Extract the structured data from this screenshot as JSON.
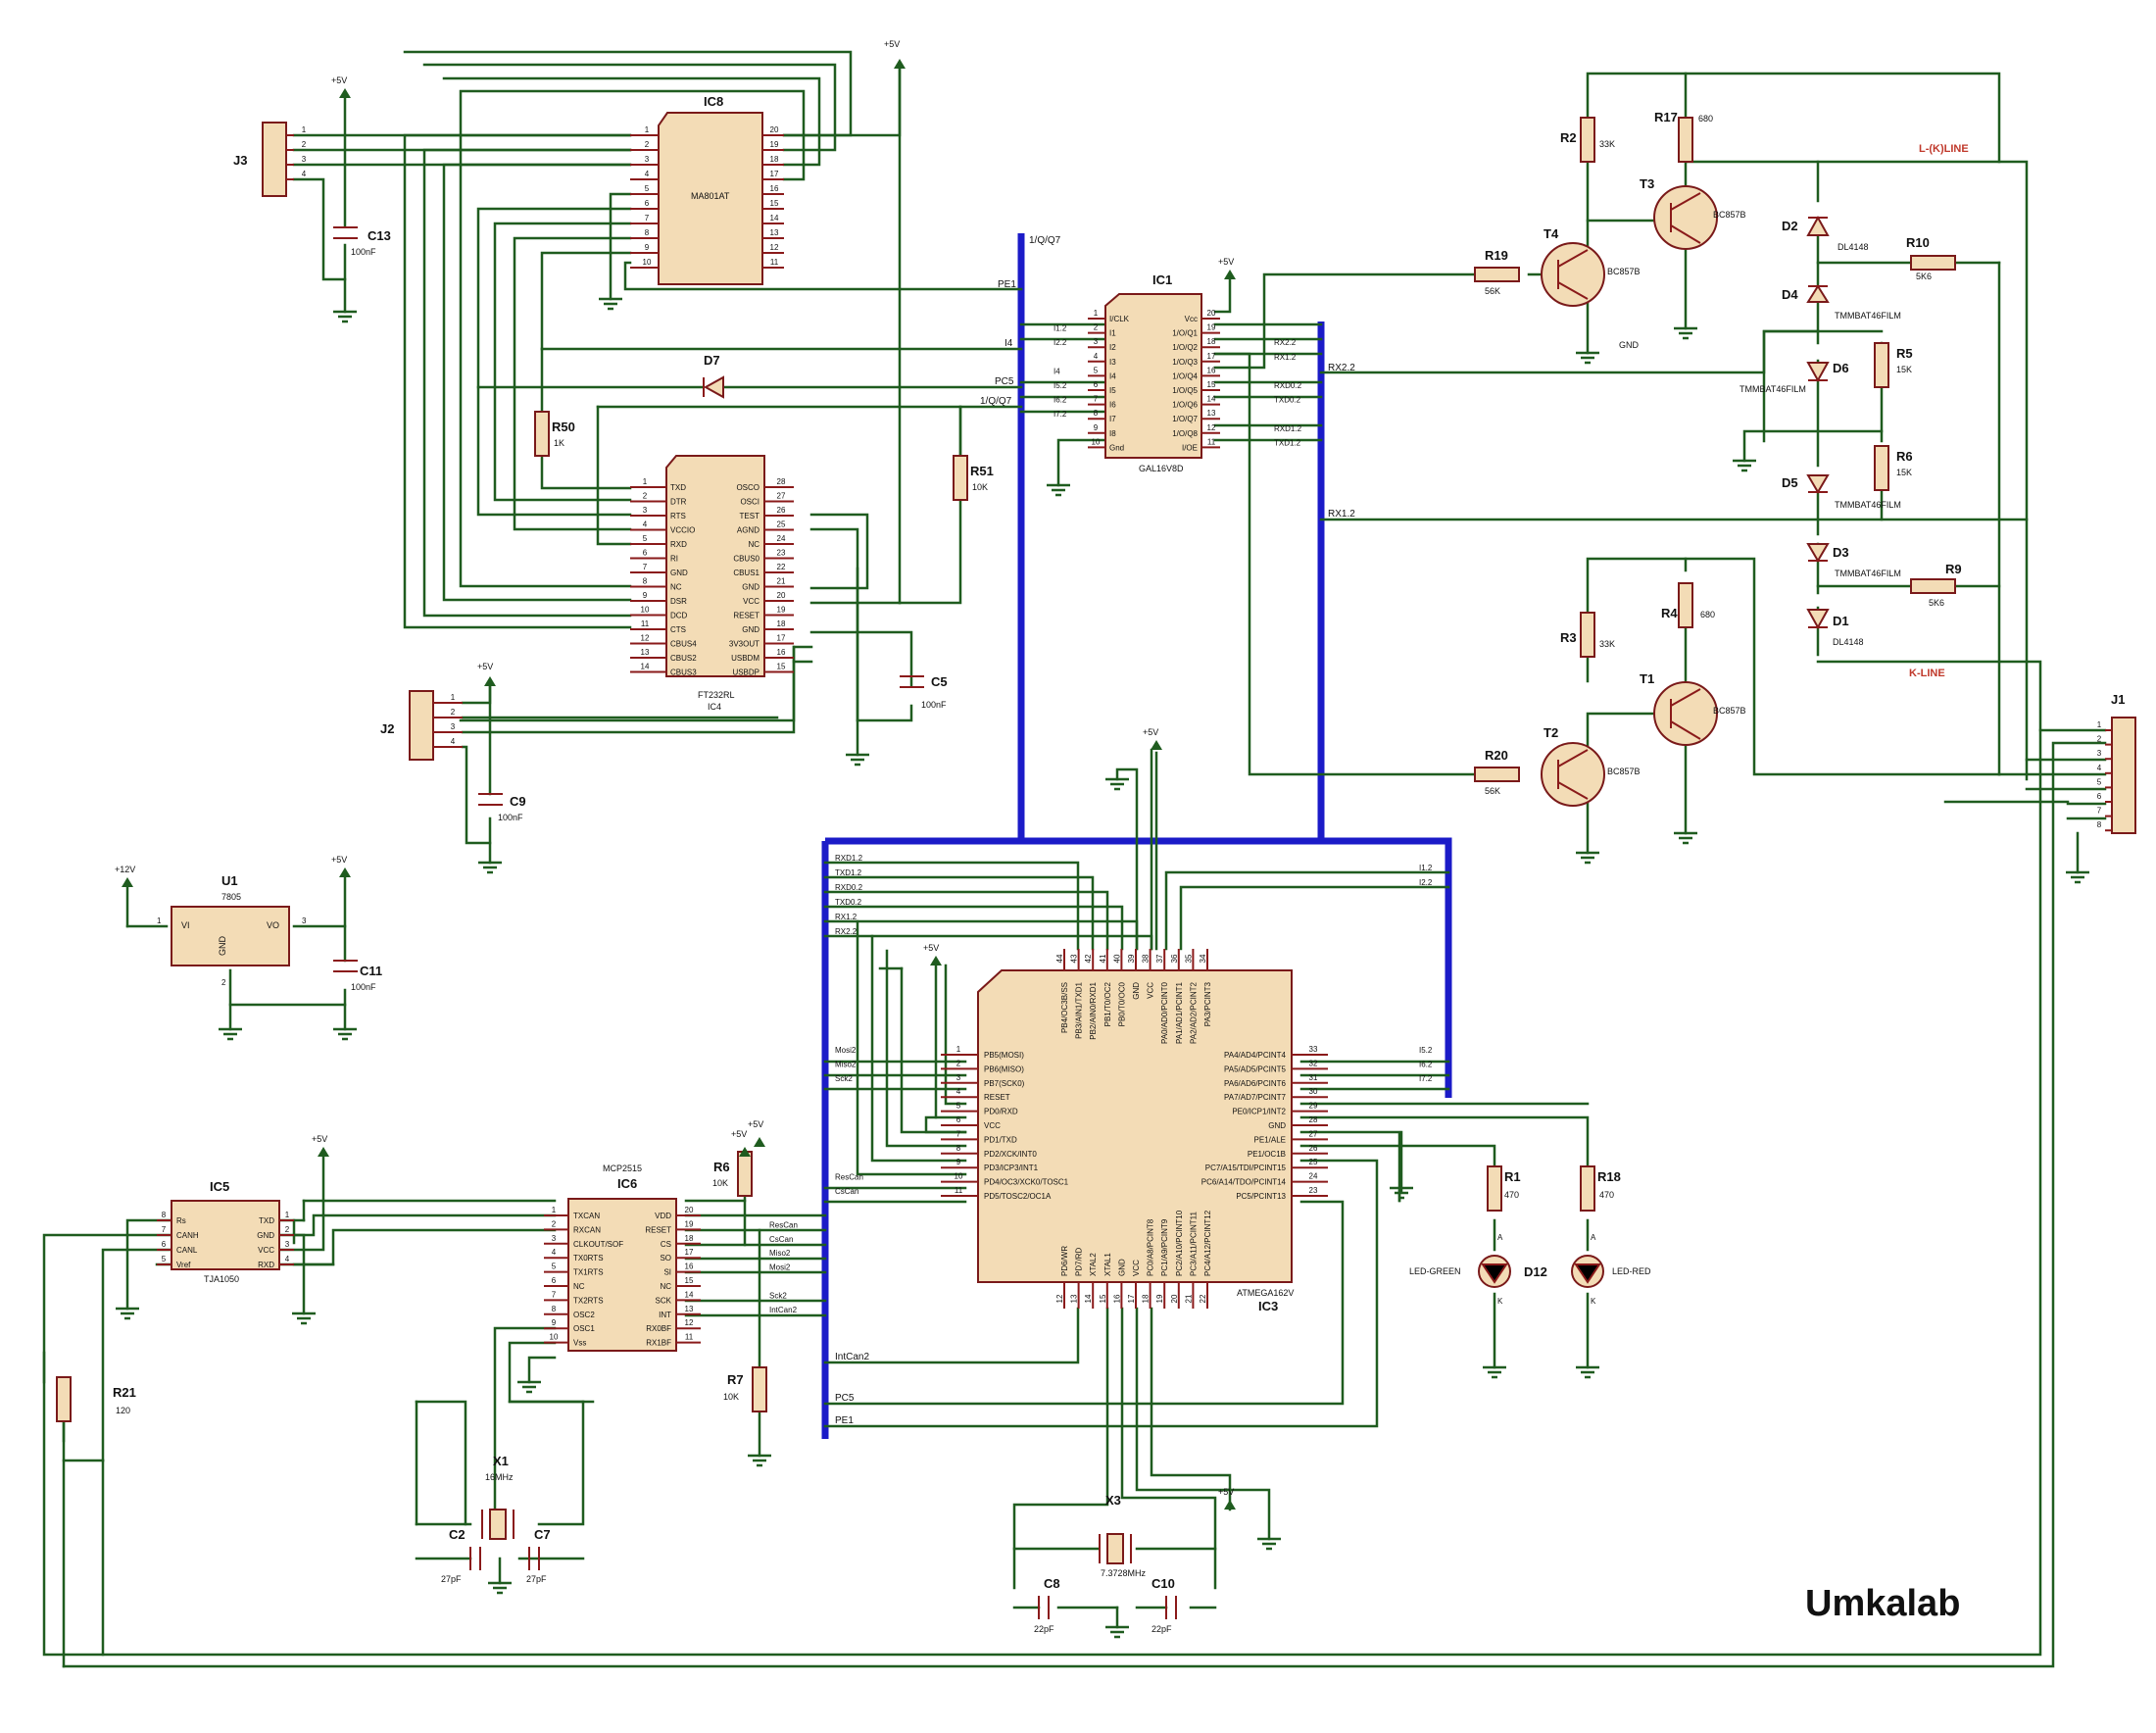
{
  "brand": "Umkalab",
  "power": {
    "vcc": "+5V",
    "v12": "+12V"
  },
  "labels": {
    "ic8": {
      "ref": "IC8",
      "part": "MA801AT",
      "left_pins": [
        "1",
        "2",
        "3",
        "4",
        "5",
        "6",
        "7",
        "8",
        "9",
        "10"
      ],
      "right_pins": [
        "20",
        "19",
        "18",
        "17",
        "16",
        "15",
        "14",
        "13",
        "12",
        "11"
      ]
    },
    "ic4": {
      "ref": "IC4",
      "part": "FT232RL",
      "left_pins": [
        "1",
        "2",
        "3",
        "4",
        "5",
        "6",
        "7",
        "8",
        "9",
        "10",
        "11",
        "12",
        "13",
        "14"
      ],
      "right_pins": [
        "28",
        "27",
        "26",
        "25",
        "24",
        "23",
        "22",
        "21",
        "20",
        "19",
        "18",
        "17",
        "16",
        "15"
      ],
      "left_names": [
        "TXD",
        "DTR",
        "RTS",
        "VCCIO",
        "RXD",
        "RI",
        "GND",
        "NC",
        "DSR",
        "DCD",
        "CTS",
        "CBUS4",
        "CBUS2",
        "CBUS3"
      ],
      "right_names": [
        "OSCO",
        "OSCI",
        "TEST",
        "AGND",
        "NC",
        "CBUS0",
        "CBUS1",
        "GND",
        "VCC",
        "RESET",
        "GND",
        "3V3OUT",
        "USBDM",
        "USBDP"
      ]
    },
    "ic1": {
      "ref": "IC1",
      "part": "GAL16V8D",
      "left_pins": [
        "1",
        "2",
        "3",
        "4",
        "5",
        "6",
        "7",
        "8",
        "9",
        "10"
      ],
      "right_pins": [
        "20",
        "19",
        "18",
        "17",
        "16",
        "15",
        "14",
        "13",
        "12",
        "11"
      ],
      "left_names": [
        "I/CLK",
        "I1",
        "I2",
        "I3",
        "I4",
        "I5",
        "I6",
        "I7",
        "I8",
        "Gnd"
      ],
      "right_names": [
        "Vcc",
        "1/O/Q1",
        "1/O/Q2",
        "1/O/Q3",
        "1/O/Q4",
        "1/O/Q5",
        "1/O/Q6",
        "1/O/Q7",
        "1/O/Q8",
        "I/OE"
      ],
      "left_nets": [
        "",
        "I1.2",
        "I2.2",
        "",
        "I4",
        "I5.2",
        "I6.2",
        "I7.2",
        "",
        ""
      ],
      "right_nets": [
        "",
        "",
        "RX2.2",
        "RX1.2",
        "",
        "RXD0.2",
        "TXD0.2",
        "",
        "RXD1.2",
        "TXD1.2"
      ]
    },
    "ic3": {
      "ref": "IC3",
      "part": "ATMEGA162V",
      "left_pins": [
        "1",
        "2",
        "3",
        "4",
        "5",
        "6",
        "7",
        "8",
        "9",
        "10",
        "11"
      ],
      "left_names": [
        "PB5(MOSI)",
        "PB6(MISO)",
        "PB7(SCK0)",
        "RESET",
        "PD0/RXD",
        "VCC",
        "PD1/TXD",
        "PD2/XCK/INT0",
        "PD3/ICP3/INT1",
        "PD4/OC3/XCK0/TOSC1",
        "PD5/TOSC2/OC1A"
      ],
      "right_pins": [
        "33",
        "32",
        "31",
        "30",
        "29",
        "28",
        "27",
        "26",
        "25",
        "24",
        "23"
      ],
      "right_names": [
        "PA4/AD4/PCINT4",
        "PA5/AD5/PCINT5",
        "PA6/AD6/PCINT6",
        "PA7/AD7/PCINT7",
        "PE0/ICP1/INT2",
        "GND",
        "PE1/ALE",
        "PE1/OC1B",
        "PC7/A15/TDI/PCINT15",
        "PC6/A14/TDO/PCINT14",
        "PC5/PCINT13"
      ],
      "top_pins": [
        "44",
        "43",
        "42",
        "41",
        "40",
        "39",
        "38",
        "37",
        "36",
        "35",
        "34"
      ],
      "top_names": [
        "PB4/OC3B/SS",
        "PB3/AIN1/TXD1",
        "PB2/AIN0/RXD1",
        "PB1/T0/OC2",
        "PB0/T0/OC0",
        "GND",
        "VCC",
        "PA0/AD0/PCINT0",
        "PA1/AD1/PCINT1",
        "PA2/AD2/PCINT2",
        "PA3/PCINT3"
      ],
      "bottom_pins": [
        "12",
        "13",
        "14",
        "15",
        "16",
        "17",
        "18",
        "19",
        "20",
        "21",
        "22"
      ],
      "bottom_names": [
        "PD6/WR",
        "PD7/RD",
        "XTAL2",
        "XTAL1",
        "GND",
        "VCC",
        "PC0/A8/PCINT8",
        "PC1/A9/PCINT9",
        "PC2/A10/PCINT10",
        "PC3/A11/PCINT11",
        "PC4/A12/PCINT12"
      ],
      "left_nets": [
        "Mosi2",
        "Miso2",
        "Sck2",
        "",
        "",
        "",
        "",
        "",
        "",
        "ResCan",
        "CsCan"
      ],
      "right_nets": [
        "I5.2",
        "I6.2",
        "I7.2",
        "",
        "",
        "",
        "",
        "",
        "",
        "",
        ""
      ],
      "top_nets": [
        "RXD1.2",
        "TXD1.2",
        "RXD0.2",
        "TXD0.2",
        "RX1.2",
        "RX2.2"
      ],
      "top_right_nets": [
        "I1.2",
        "I2.2"
      ]
    },
    "ic6": {
      "ref": "IC6",
      "part": "MCP2515",
      "left_pins": [
        "1",
        "2",
        "3",
        "4",
        "5",
        "6",
        "7",
        "8",
        "9",
        "10"
      ],
      "right_pins": [
        "20",
        "19",
        "18",
        "17",
        "16",
        "15",
        "14",
        "13",
        "12",
        "11"
      ],
      "left_names": [
        "TXCAN",
        "RXCAN",
        "CLKOUT/SOF",
        "TX0RTS",
        "TX1RTS",
        "NC",
        "TX2RTS",
        "OSC2",
        "OSC1",
        "Vss"
      ],
      "right_names": [
        "VDD",
        "RESET",
        "CS",
        "SO",
        "SI",
        "NC",
        "SCK",
        "INT",
        "RX0BF",
        "RX1BF"
      ],
      "right_nets": [
        "",
        "ResCan",
        "CsCan",
        "Miso2",
        "Mosi2",
        "",
        "Sck2",
        "IntCan2",
        "",
        ""
      ]
    },
    "ic5": {
      "ref": "IC5",
      "part": "TJA1050",
      "left_pins": [
        "8",
        "7",
        "6",
        "5"
      ],
      "right_pins": [
        "1",
        "2",
        "3",
        "4"
      ],
      "left_names": [
        "Rs",
        "CANH",
        "CANL",
        "Vref"
      ],
      "right_names": [
        "TXD",
        "GND",
        "VCC",
        "RXD"
      ]
    },
    "u1": {
      "ref": "U1",
      "part": "7805",
      "vi": "VI",
      "vo": "VO",
      "gnd": "GND",
      "p1": "1",
      "p2": "2",
      "p3": "3"
    },
    "bus_nets": {
      "q7": "1/Q/Q7",
      "pe1": "PE1",
      "i4": "I4",
      "pc5": "PC5",
      "q7b": "1/Q/Q7",
      "intcan2": "IntCan2",
      "pc5b": "PC5",
      "pe1b": "PE1",
      "rx22": "RX2.2",
      "rx12": "RX1.2"
    },
    "lines": {
      "l": "L-(K)LINE",
      "k": "K-LINE"
    },
    "conn": {
      "j1": "J1",
      "j2": "J2",
      "j3": "J3",
      "j1_pins": [
        "1",
        "2",
        "3",
        "4",
        "5",
        "6",
        "7",
        "8"
      ],
      "j2_pins": [
        "1",
        "2",
        "3",
        "4"
      ],
      "j3_pins": [
        "1",
        "2",
        "3",
        "4"
      ]
    },
    "caps": [
      {
        "ref": "C13",
        "val": "100nF"
      },
      {
        "ref": "C5",
        "val": "100nF"
      },
      {
        "ref": "C9",
        "val": "100nF"
      },
      {
        "ref": "C11",
        "val": "100nF"
      },
      {
        "ref": "C2",
        "val": "27pF"
      },
      {
        "ref": "C7",
        "val": "27pF"
      },
      {
        "ref": "C8",
        "val": "22pF"
      },
      {
        "ref": "C10",
        "val": "22pF"
      }
    ],
    "res": [
      {
        "ref": "R50",
        "val": "1K"
      },
      {
        "ref": "R51",
        "val": "10K"
      },
      {
        "ref": "R2",
        "val": "33K"
      },
      {
        "ref": "R17",
        "val": "680"
      },
      {
        "ref": "R19",
        "val": "56K"
      },
      {
        "ref": "R10",
        "val": "5K6"
      },
      {
        "ref": "R5",
        "val": "15K"
      },
      {
        "ref": "R6",
        "val": "15K"
      },
      {
        "ref": "R9",
        "val": "5K6"
      },
      {
        "ref": "R4",
        "val": "680"
      },
      {
        "ref": "R3",
        "val": "33K"
      },
      {
        "ref": "R20",
        "val": "56K"
      },
      {
        "ref": "R6",
        "val": "10K"
      },
      {
        "ref": "R7",
        "val": "10K"
      },
      {
        "ref": "R21",
        "val": "120"
      },
      {
        "ref": "R1",
        "val": "470"
      },
      {
        "ref": "R18",
        "val": "470"
      }
    ],
    "diodes": [
      {
        "ref": "D7",
        "val": ""
      },
      {
        "ref": "D2",
        "val": "DL4148"
      },
      {
        "ref": "D4",
        "val": "TMMBAT46FILM"
      },
      {
        "ref": "D6",
        "val": "TMMBAT46FILM"
      },
      {
        "ref": "D5",
        "val": "TMMBAT46FILM"
      },
      {
        "ref": "D3",
        "val": "TMMBAT46FILM"
      },
      {
        "ref": "D1",
        "val": "DL4148"
      }
    ],
    "trans": [
      {
        "ref": "T3",
        "val": "BC857B"
      },
      {
        "ref": "T4",
        "val": "BC857B"
      },
      {
        "ref": "T1",
        "val": "BC857B"
      },
      {
        "ref": "T2",
        "val": "BC857B"
      }
    ],
    "gnd_lbl": "GND",
    "xtal": [
      {
        "ref": "X1",
        "val": "16MHz"
      },
      {
        "ref": "X3",
        "val": "7.3728MHz"
      }
    ],
    "leds": {
      "d12": "D12",
      "green": "LED-GREEN",
      "red": "LED-RED",
      "a": "A",
      "k": "K"
    }
  }
}
